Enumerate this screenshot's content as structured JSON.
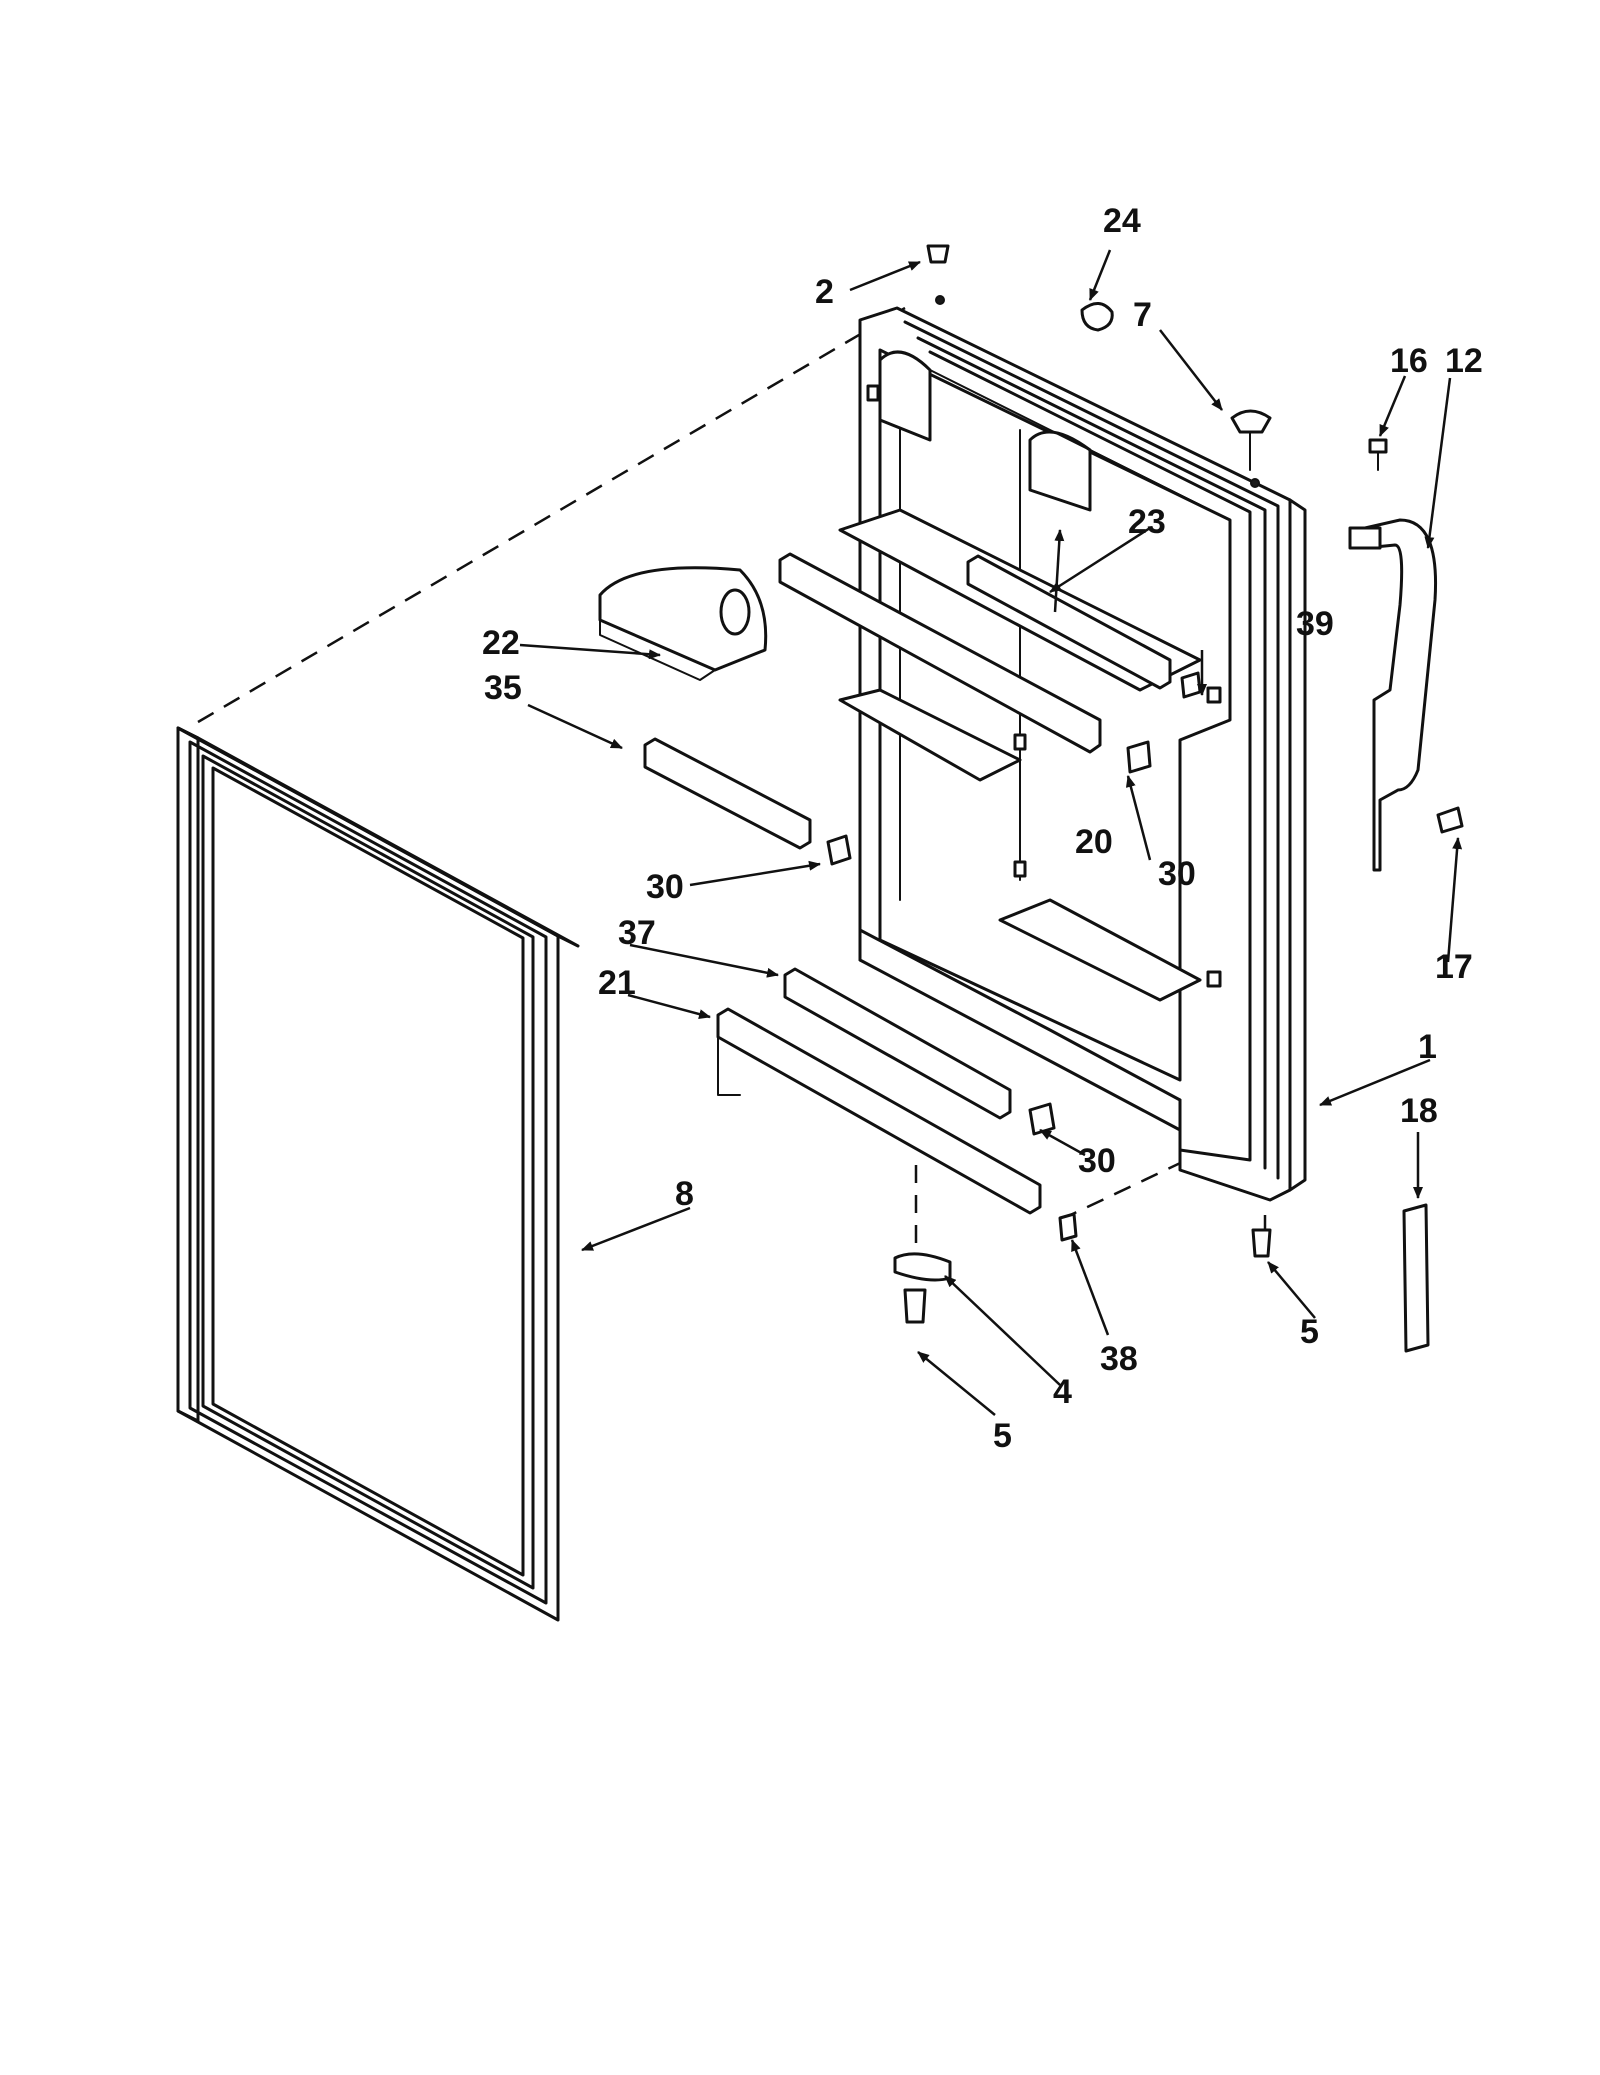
{
  "callouts": {
    "c1": "1",
    "c2": "2",
    "c4": "4",
    "c5a": "5",
    "c5b": "5",
    "c7": "7",
    "c8": "8",
    "c12": "12",
    "c16": "16",
    "c17": "17",
    "c18": "18",
    "c20": "20",
    "c21": "21",
    "c22": "22",
    "c23": "23",
    "c24": "24",
    "c30a": "30",
    "c30b": "30",
    "c30c": "30",
    "c35": "35",
    "c37": "37",
    "c38": "38",
    "c39": "39"
  }
}
